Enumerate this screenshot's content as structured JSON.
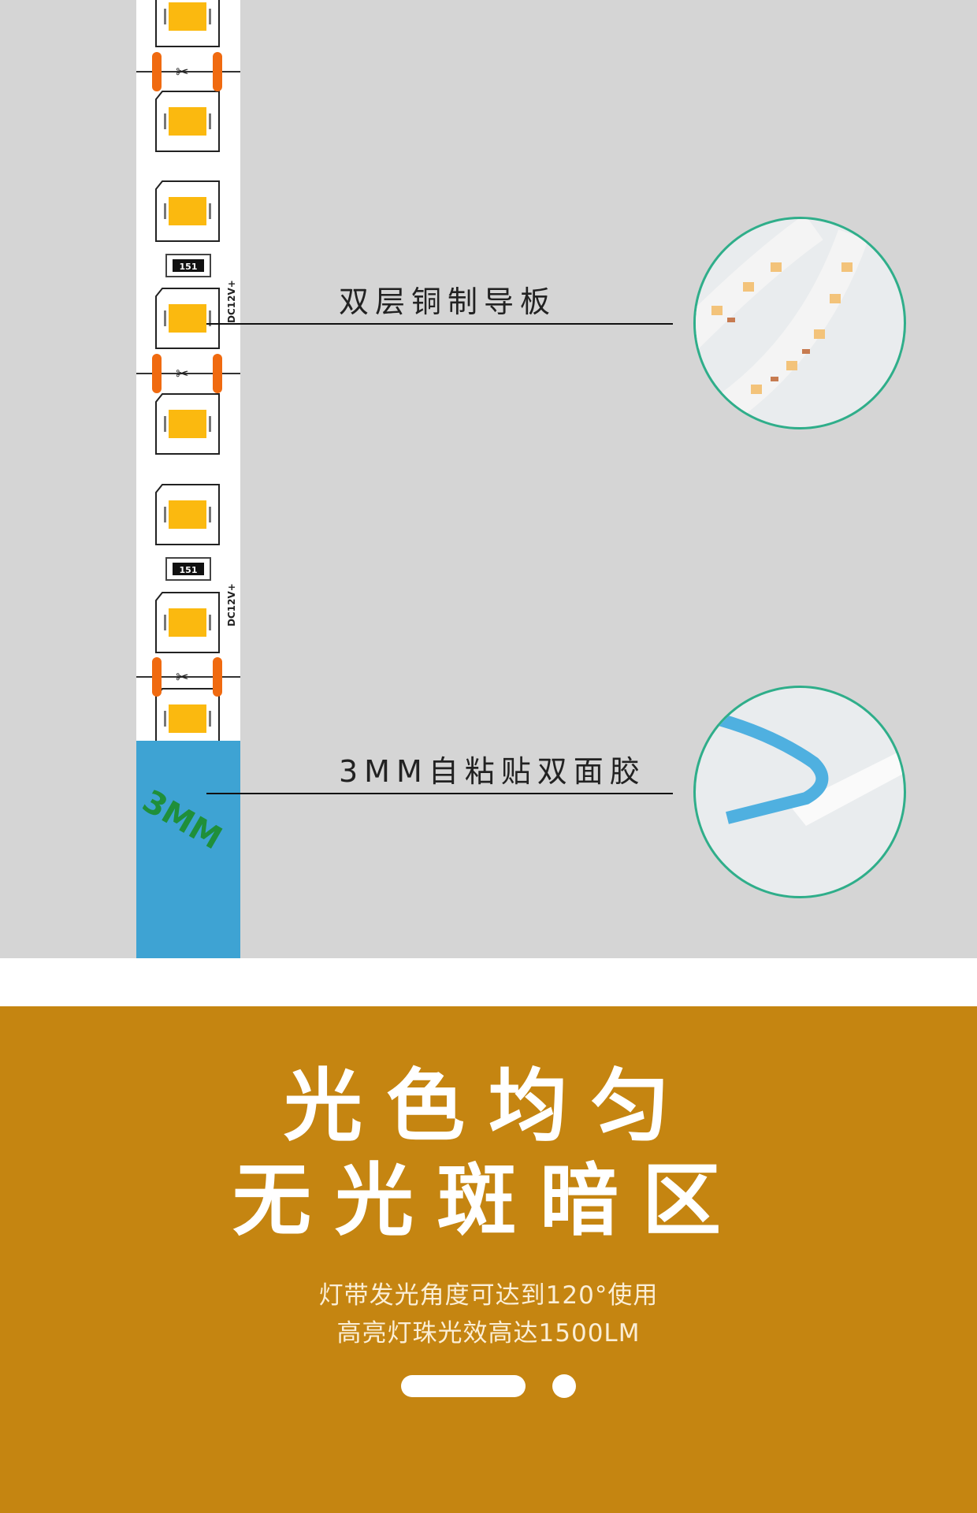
{
  "strip": {
    "resistor_code": "151",
    "voltage_label": "DC12V+",
    "tape_label": "3MM"
  },
  "callouts": [
    {
      "label": "双层铜制导板"
    },
    {
      "label": "3MM自粘贴双面胶"
    }
  ],
  "banner": {
    "title_line1": "光色均匀",
    "title_line2": "无光斑暗区",
    "subtitle_line1": "灯带发光角度可达到120°使用",
    "subtitle_line2": "高亮灯珠光效高达1500LM",
    "carousel_active_index": 0,
    "carousel_count": 2
  },
  "colors": {
    "background_gray": "#d5d5d5",
    "banner_gold": "#c58511",
    "tape_blue": "#3ea3d3",
    "led_amber": "#fbb90f",
    "pad_orange": "#f06a10",
    "circle_border": "#2fae8a"
  }
}
